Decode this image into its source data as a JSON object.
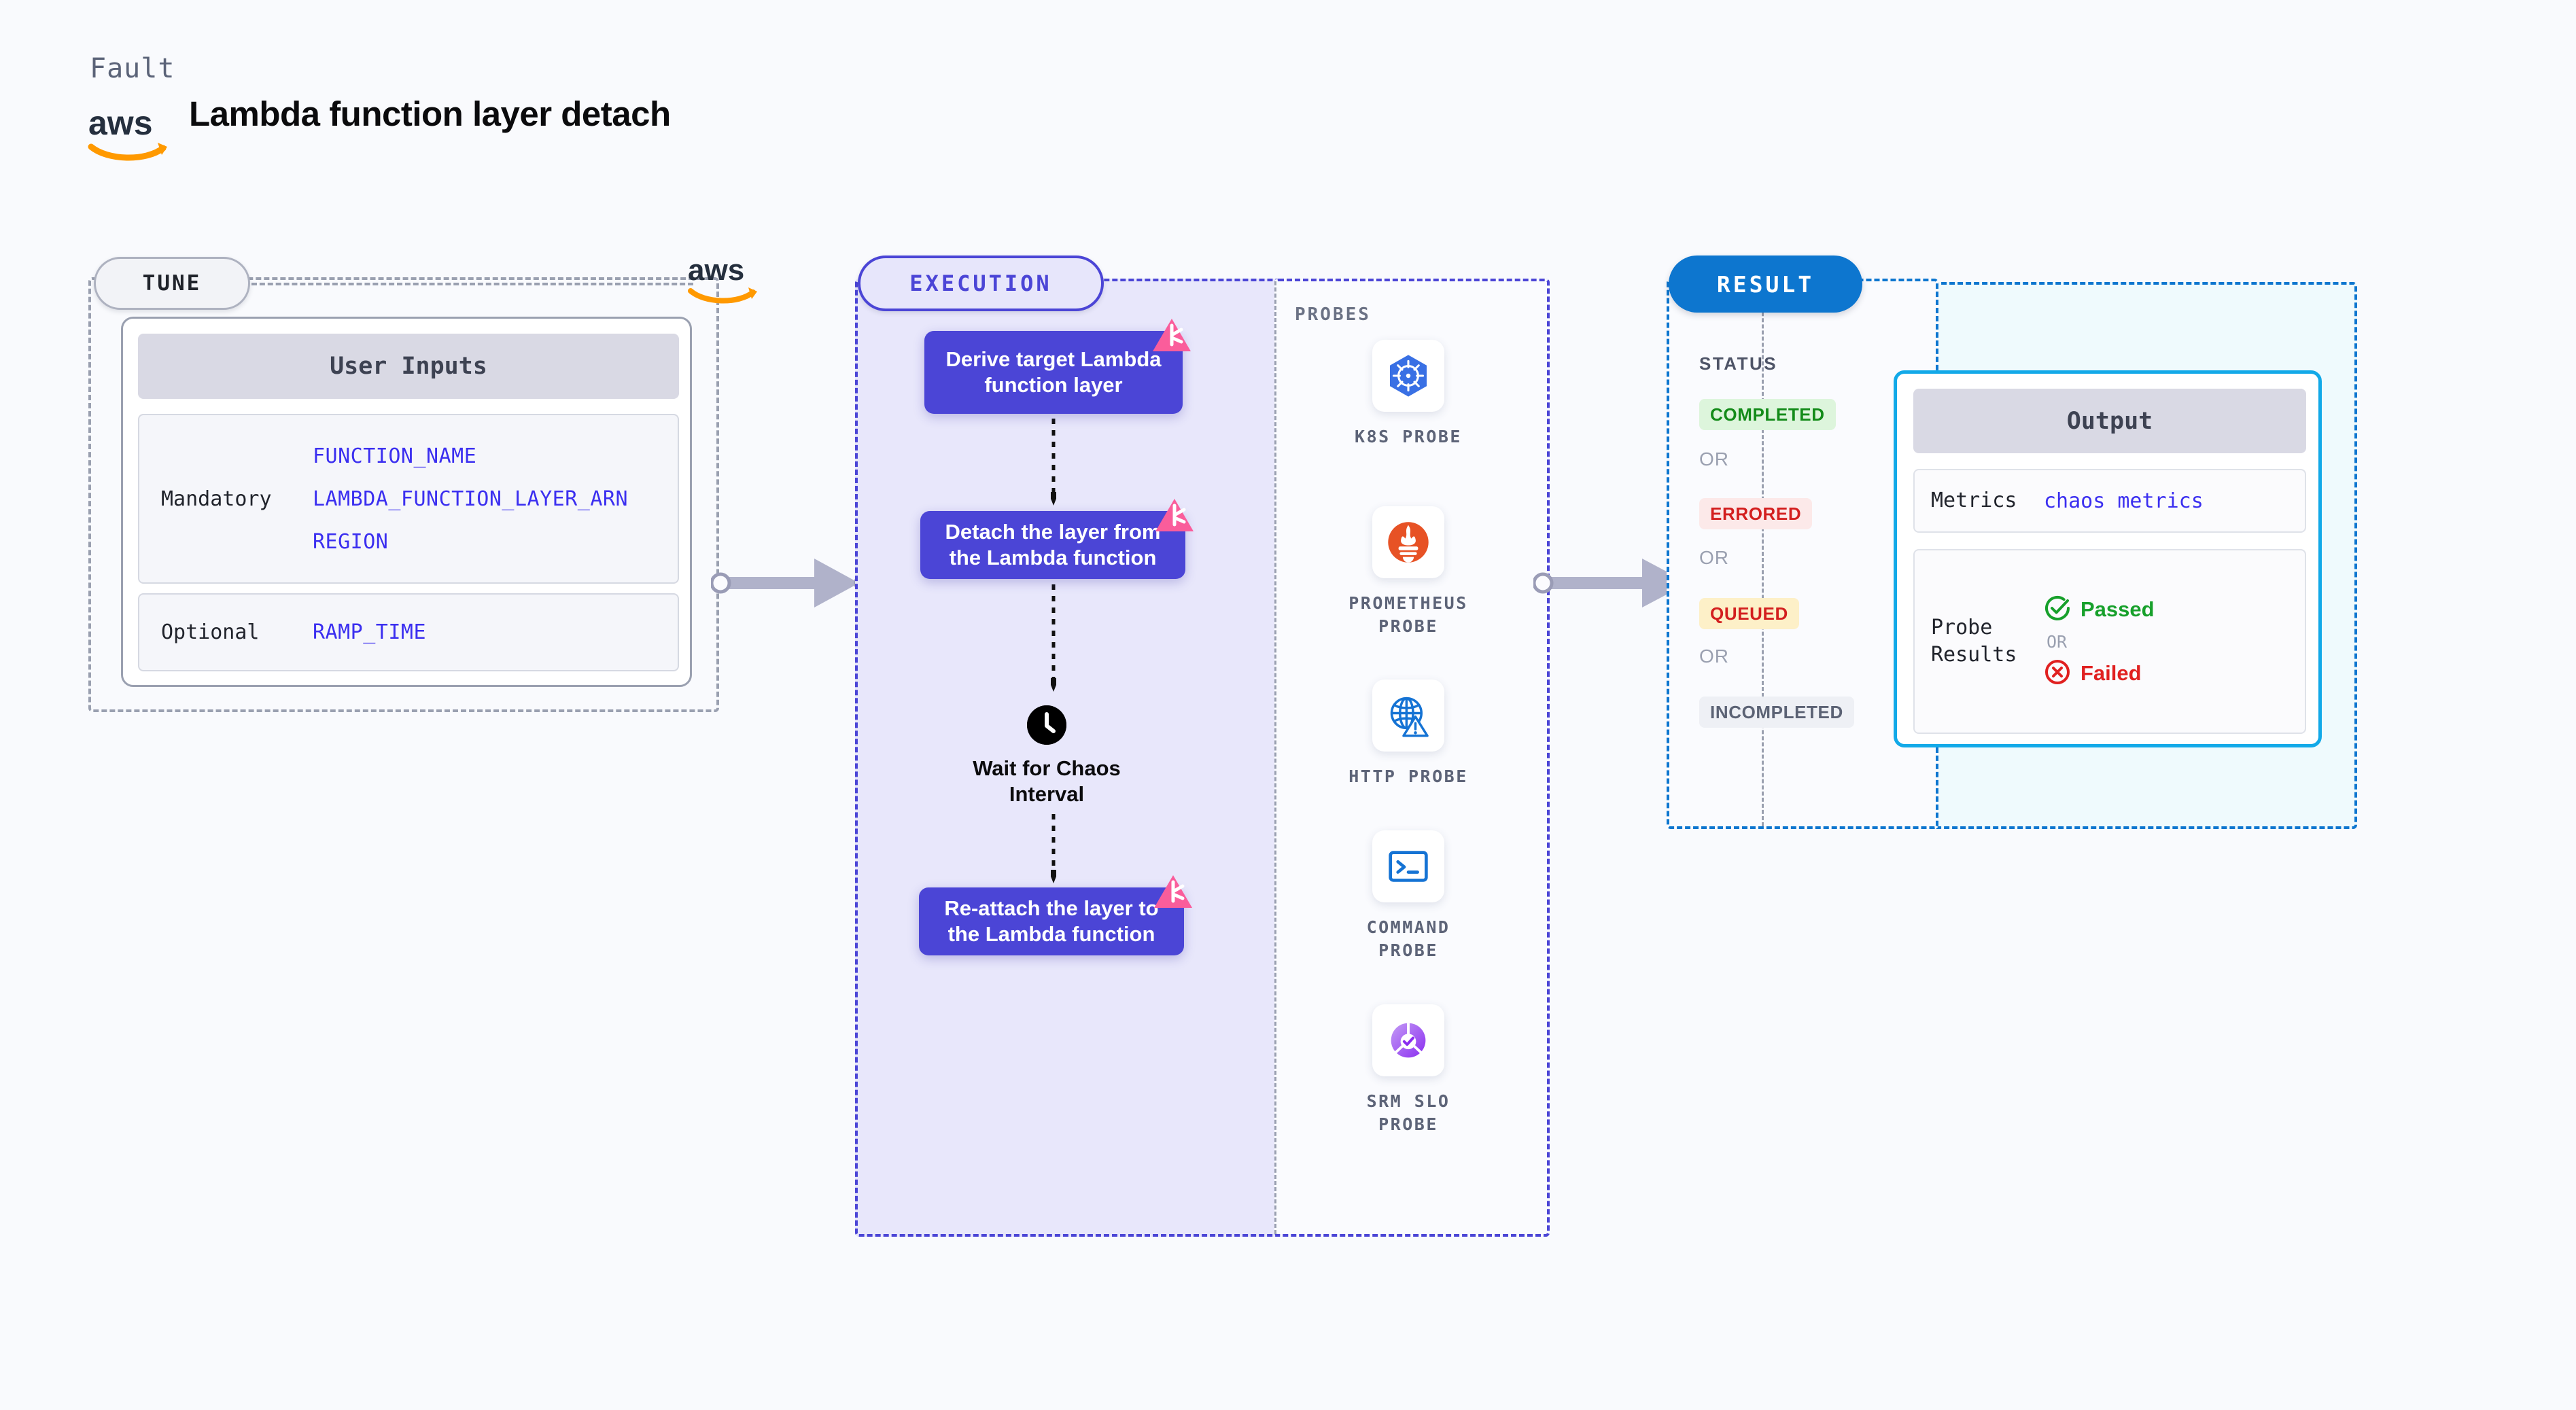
{
  "header": {
    "kicker": "Fault",
    "title": "Lambda function layer detach",
    "logo_icon": "aws-logo"
  },
  "tune": {
    "pill_label": "TUNE",
    "provider_logo_icon": "aws-logo",
    "card": {
      "header": "User Inputs",
      "rows": [
        {
          "label": "Mandatory",
          "values": [
            "FUNCTION_NAME",
            "LAMBDA_FUNCTION_LAYER_ARN",
            "REGION"
          ]
        },
        {
          "label": "Optional",
          "values": [
            "RAMP_TIME"
          ]
        }
      ]
    }
  },
  "execution": {
    "pill_label": "EXECUTION",
    "steps": [
      {
        "label": "Derive target Lambda function layer",
        "badge_icon": "litmus-logo-icon"
      },
      {
        "label": "Detach the layer from the Lambda function",
        "badge_icon": "litmus-logo-icon"
      },
      {
        "label": "Re-attach the layer to the Lambda function",
        "badge_icon": "litmus-logo-icon"
      }
    ],
    "wait": {
      "label": "Wait for Chaos Interval",
      "icon": "clock-icon"
    },
    "probes": {
      "title": "PROBES",
      "items": [
        {
          "label": "K8S PROBE",
          "icon": "kubernetes-icon"
        },
        {
          "label": "PROMETHEUS PROBE",
          "icon": "prometheus-icon"
        },
        {
          "label": "HTTP PROBE",
          "icon": "http-globe-warning-icon"
        },
        {
          "label": "COMMAND PROBE",
          "icon": "terminal-icon"
        },
        {
          "label": "SRM SLO PROBE",
          "icon": "srm-slo-icon"
        }
      ]
    }
  },
  "result": {
    "pill_label": "RESULT",
    "status_title": "STATUS",
    "or_label": "OR",
    "statuses": [
      {
        "label": "COMPLETED",
        "bg": "#ddf5dc",
        "color": "#138b19"
      },
      {
        "label": "ERRORED",
        "bg": "#fce9e9",
        "color": "#d31f1f"
      },
      {
        "label": "QUEUED",
        "bg": "#fdf0c8",
        "color": "#d31f1f"
      },
      {
        "label": "INCOMPLETED",
        "bg": "#eef0f5",
        "color": "#5b6274"
      }
    ],
    "output": {
      "header": "Output",
      "metrics_label": "Metrics",
      "metrics_value": "chaos metrics",
      "probe_results_label": "Probe Results",
      "passed_label": "Passed",
      "failed_label": "Failed",
      "or_label": "OR",
      "passed_icon": "check-circle-icon",
      "failed_icon": "x-circle-icon"
    }
  },
  "connectors": [
    {
      "name": "tune-to-execution"
    },
    {
      "name": "execution-to-result"
    }
  ],
  "colors": {
    "background": "#f9fafd",
    "purple": "#4b45d6",
    "blue": "#0d76cf",
    "cyan": "#12a9e8",
    "pink": "#fa5d9b",
    "gray": "#9aa0b0",
    "code_blue": "#3b2ff0"
  }
}
